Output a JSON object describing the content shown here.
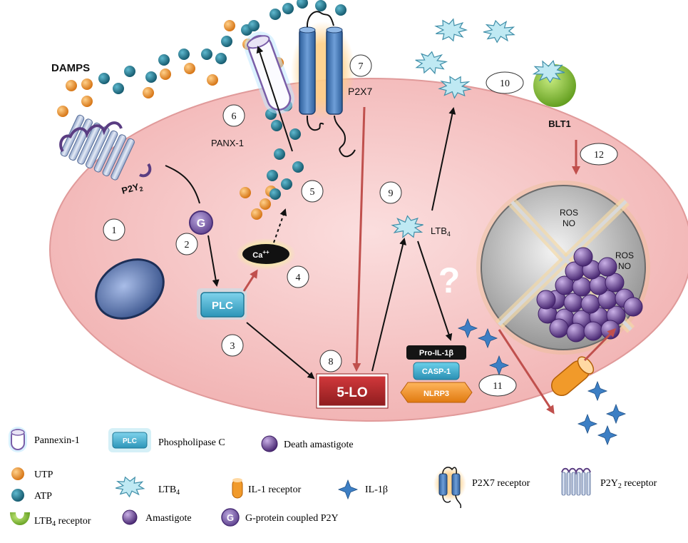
{
  "labels": {
    "damps": "DAMPS",
    "p2y2_main": "P2Y",
    "p2y2_sub": "2",
    "panx1": "PANX-1",
    "p2x7": "P2X7",
    "plc": "PLC",
    "g": "G",
    "ca": "Ca",
    "ca_sup": "++",
    "lo5": "5-LO",
    "ltb4_main": "LTB",
    "ltb4_sub": "4",
    "blt1": "BLT1",
    "ros1": "ROS",
    "no1": "NO",
    "ros2": "ROS",
    "no2": "NO",
    "pro_il1b": "Pro-IL-1β",
    "casp1": "CASP-1",
    "nlrp3": "NLRP3",
    "question": "?"
  },
  "steps": [
    "1",
    "2",
    "3",
    "4",
    "5",
    "6",
    "7",
    "8",
    "9",
    "10",
    "11",
    "12"
  ],
  "legend": {
    "pannexin": "Pannexin-1",
    "utp": "UTP",
    "atp": "ATP",
    "ltb4_receptor_main": "LTB",
    "ltb4_receptor_sub": "4",
    "ltb4_receptor_rest": " receptor",
    "plc_box": "PLC",
    "phospholipase": "Phospholipase C",
    "ltb4_main": "LTB",
    "ltb4_sub": "4",
    "amastigote": "Amastigote",
    "g_icon": "G",
    "g_protein": "G-protein coupled P2Y",
    "death_amastigote": "Death amastigote",
    "il1_receptor": "IL-1 receptor",
    "il1b": "IL-1β",
    "p2x7_receptor": "P2X7 receptor",
    "p2y2_main": "P2Y",
    "p2y2_sub": "2",
    "p2y2_rest": " receptor"
  },
  "colors": {
    "cell_fill": "#f6c3c3",
    "cell_stroke": "#d98c8c",
    "utp": "#e58a1e",
    "atp": "#1f6f86",
    "arrow_red": "#c0504d",
    "plc": "#4bb6d6",
    "g_protein": "#7a5ea8",
    "amastigote": "#7b4ea3",
    "ltb4_receptor": "#8dc63f",
    "lo5": "#b5282b"
  }
}
